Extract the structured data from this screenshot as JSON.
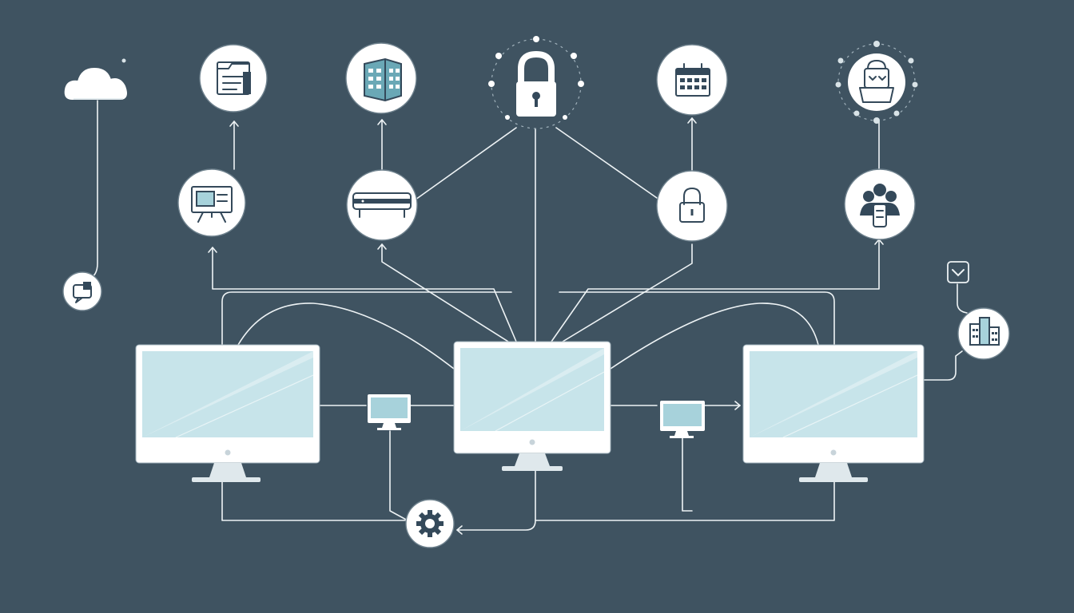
{
  "colors": {
    "background": "#3f5361",
    "wire": "#eef3f5",
    "screen": "#c7e4ea",
    "icon_ink": "#34495a",
    "node_fill": "#ffffff",
    "accent_teal": "#5aa5b1"
  },
  "nodes": [
    {
      "icon": "cloud-icon"
    },
    {
      "icon": "folder-documents-icon"
    },
    {
      "icon": "building-icon"
    },
    {
      "icon": "padlock-icon"
    },
    {
      "icon": "calendar-icon"
    },
    {
      "icon": "security-robot-icon"
    },
    {
      "icon": "presentation-board-icon"
    },
    {
      "icon": "router-icon"
    },
    {
      "icon": "small-padlock-icon"
    },
    {
      "icon": "team-users-icon"
    },
    {
      "icon": "chat-bubble-icon"
    },
    {
      "icon": "dropdown-chevron-icon"
    },
    {
      "icon": "city-buildings-icon"
    },
    {
      "icon": "gear-icon"
    }
  ],
  "devices": [
    {
      "icon": "desktop-monitor-left"
    },
    {
      "icon": "desktop-monitor-center"
    },
    {
      "icon": "desktop-monitor-right"
    },
    {
      "icon": "small-monitor-left"
    },
    {
      "icon": "small-monitor-right"
    }
  ]
}
